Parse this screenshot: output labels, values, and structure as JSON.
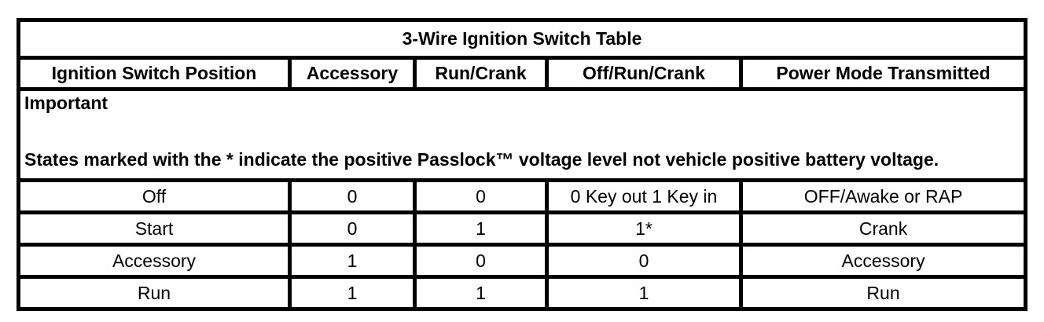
{
  "table": {
    "title": "3-Wire Ignition Switch Table",
    "columns": [
      "Ignition Switch Position",
      "Accessory",
      "Run/Crank",
      "Off/Run/Crank",
      "Power Mode Transmitted"
    ],
    "note": {
      "heading": "Important",
      "body": "States marked with the * indicate the positive Passlock™ voltage level not vehicle positive battery voltage."
    },
    "rows": [
      {
        "position": "Off",
        "accessory": "0",
        "run_crank": "0",
        "off_run_crank": "0 Key out 1 Key in",
        "power_mode": "OFF/Awake or RAP"
      },
      {
        "position": "Start",
        "accessory": "0",
        "run_crank": "1",
        "off_run_crank": "1*",
        "power_mode": "Crank"
      },
      {
        "position": "Accessory",
        "accessory": "1",
        "run_crank": "0",
        "off_run_crank": "0",
        "power_mode": "Accessory"
      },
      {
        "position": "Run",
        "accessory": "1",
        "run_crank": "1",
        "off_run_crank": "1",
        "power_mode": "Run"
      }
    ],
    "colors": {
      "border": "#000000",
      "text": "#000000",
      "background": "#ffffff"
    }
  }
}
